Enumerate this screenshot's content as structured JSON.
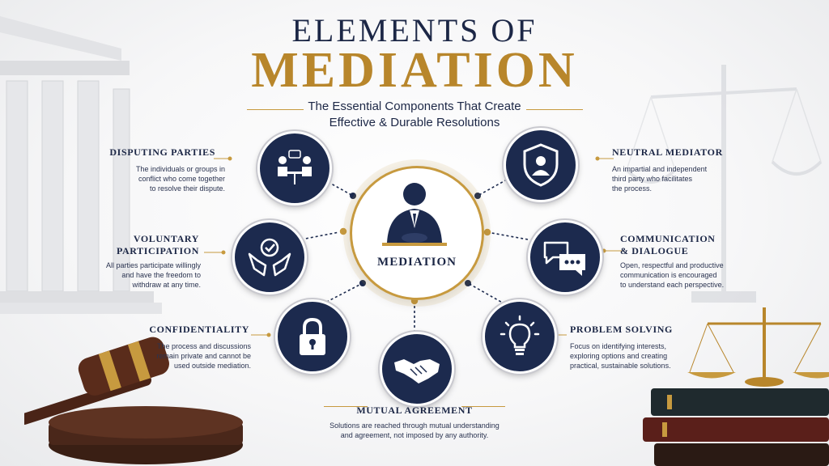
{
  "title": {
    "line1": "ELEMENTS OF",
    "line2": "MEDIATION"
  },
  "subtitle": {
    "line1": "The Essential Components That Create",
    "line2": "Effective & Durable Resolutions"
  },
  "center": {
    "label": "MEDIATION",
    "icon": "mediator-person-icon"
  },
  "elements": [
    {
      "title": "DISPUTING PARTIES",
      "desc": [
        "The individuals or groups in",
        "conflict who come together",
        "to resolve their dispute."
      ],
      "icon": "people-at-table-icon"
    },
    {
      "title": "NEUTRAL MEDIATOR",
      "desc": [
        "An impartial and independent",
        "third party who facilitates",
        "the process."
      ],
      "icon": "shield-person-icon"
    },
    {
      "title_lines": [
        "VOLUNTARY",
        "PARTICIPATION"
      ],
      "desc": [
        "All parties participate willingly",
        "and have the freedom to",
        "withdraw at any time."
      ],
      "icon": "hands-check-icon"
    },
    {
      "title_lines": [
        "COMMUNICATION",
        "& DIALOGUE"
      ],
      "desc": [
        "Open, respectful and productive",
        "communication is encouraged",
        "to understand each perspective."
      ],
      "icon": "speech-bubbles-icon"
    },
    {
      "title": "CONFIDENTIALITY",
      "desc": [
        "The process and discussions",
        "remain private and cannot be",
        "used outside mediation."
      ],
      "icon": "padlock-icon"
    },
    {
      "title": "PROBLEM SOLVING",
      "desc": [
        "Focus on identifying interests,",
        "exploring options and creating",
        "practical, sustainable solutions."
      ],
      "icon": "lightbulb-icon"
    },
    {
      "title": "MUTUAL AGREEMENT",
      "desc": [
        "Solutions are reached through mutual understanding",
        "and agreement, not imposed by any authority."
      ],
      "icon": "handshake-icon"
    }
  ],
  "colors": {
    "navy": "#1c2a4e",
    "gold": "#c79a3f"
  }
}
